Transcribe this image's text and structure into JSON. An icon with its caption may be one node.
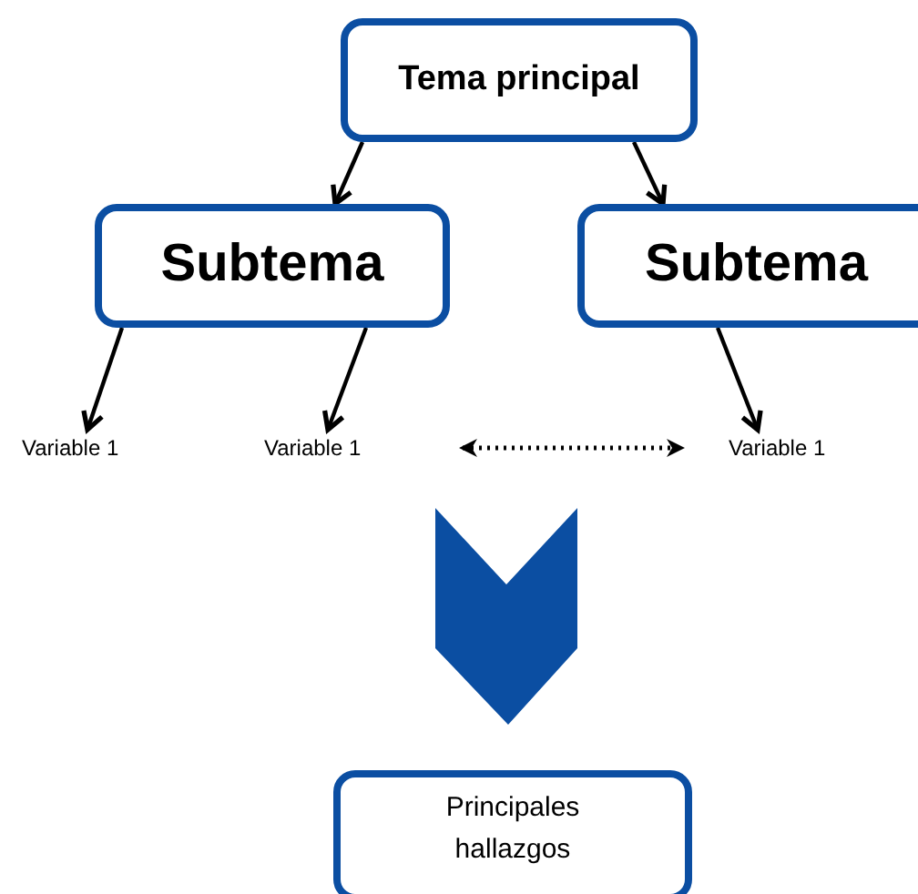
{
  "diagram": {
    "nodes": [
      {
        "text": [
          "Tema principal"
        ]
      },
      {
        "text": [
          "Subtema"
        ]
      },
      {
        "text": [
          "Subtema"
        ]
      },
      {
        "text": [
          "Variable 1"
        ]
      },
      {
        "text": [
          "Variable 1"
        ]
      },
      {
        "text": [
          "Variable 1"
        ]
      },
      {
        "text": [
          "Principales hallazgos"
        ]
      }
    ],
    "edges": [
      {
        "from": 0,
        "to": 1,
        "arrow": "to"
      },
      {
        "from": 0,
        "to": 2,
        "arrow": "to"
      },
      {
        "from": 1,
        "to": 3,
        "arrow": "to"
      },
      {
        "from": 1,
        "to": 4,
        "arrow": "to"
      },
      {
        "from": 2,
        "to": 5,
        "arrow": "to"
      },
      {
        "from": 4,
        "to": 5,
        "arrow": "both",
        "style": "dashed"
      },
      {
        "from": null,
        "to": 6,
        "arrow": "to",
        "style": "thick",
        "color": "#0b4ea2"
      }
    ]
  }
}
